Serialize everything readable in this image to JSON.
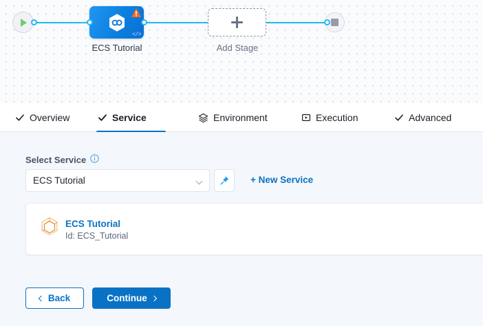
{
  "canvas": {
    "start_node": {
      "name": "pipeline-start",
      "icon": "play-icon"
    },
    "stage": {
      "label": "ECS Tutorial",
      "icon": "service-hexagon-icon",
      "warning_icon": "warning-triangle-icon",
      "code_icon": "code-brackets-icon"
    },
    "add_stage": {
      "label": "Add Stage",
      "icon": "plus-icon"
    },
    "end_node": {
      "name": "pipeline-end",
      "icon": "stop-square-icon"
    },
    "accent_line_color": "#1fb9f5"
  },
  "tabs": [
    {
      "label": "Overview",
      "icon": "check-icon",
      "active": false
    },
    {
      "label": "Service",
      "icon": "check-icon",
      "active": true
    },
    {
      "label": "Environment",
      "icon": "layers-icon",
      "active": false
    },
    {
      "label": "Execution",
      "icon": "play-box-icon",
      "active": false
    },
    {
      "label": "Advanced",
      "icon": "check-icon",
      "active": false
    }
  ],
  "form": {
    "select_service_label": "Select Service",
    "info_icon": "info-icon",
    "selected_service": "ECS Tutorial",
    "dropdown_icon": "chevron-down-icon",
    "pin_icon": "pin-icon",
    "new_service_label": "+ New Service"
  },
  "service_card": {
    "icon": "hexagon-cube-icon",
    "title": "ECS Tutorial",
    "id_text": "Id: ECS_Tutorial"
  },
  "footer": {
    "back_label": "Back",
    "continue_label": "Continue"
  },
  "colors": {
    "primary": "#0a72c4",
    "link": "#0a72c4",
    "connector": "#1fb9f5",
    "warning": "#f26a21",
    "service_icon": "#e8912f",
    "panel_bg": "#f4f7fb"
  }
}
